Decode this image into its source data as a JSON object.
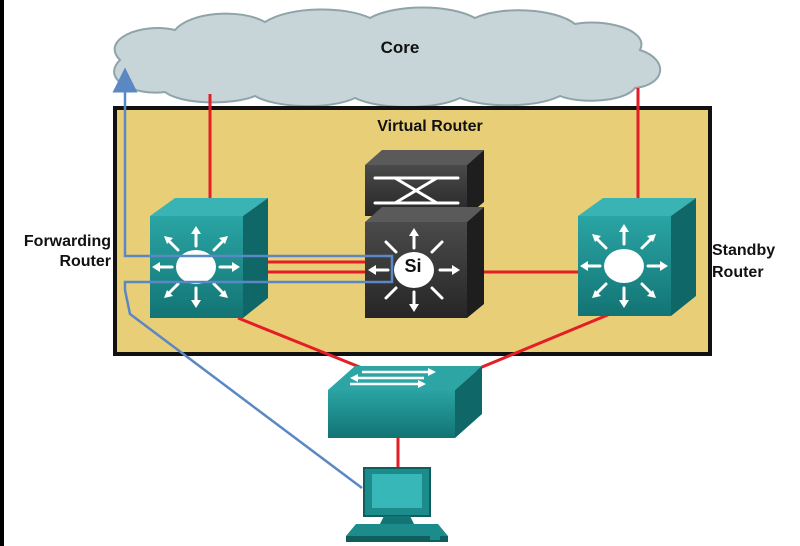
{
  "labels": {
    "core": "Core",
    "virtual_router": "Virtual Router",
    "forwarding_router": [
      "Forwarding",
      "Router"
    ],
    "standby_router": [
      "Standby",
      "Router"
    ],
    "switch_si": "Si"
  },
  "colors": {
    "link": "#e41e26",
    "path": "#5b87c5",
    "virtual_router_fill": "#e8cf77",
    "cloud": "#c7d5d8",
    "device": "#1c8b8b"
  },
  "icons": {
    "core": "cloud-icon",
    "forwarding_router": "layer3-switch-icon",
    "standby_router": "layer3-switch-icon",
    "center_switch": "multilayer-switch-icon",
    "access_switch": "workgroup-switch-icon",
    "host": "workstation-icon"
  }
}
